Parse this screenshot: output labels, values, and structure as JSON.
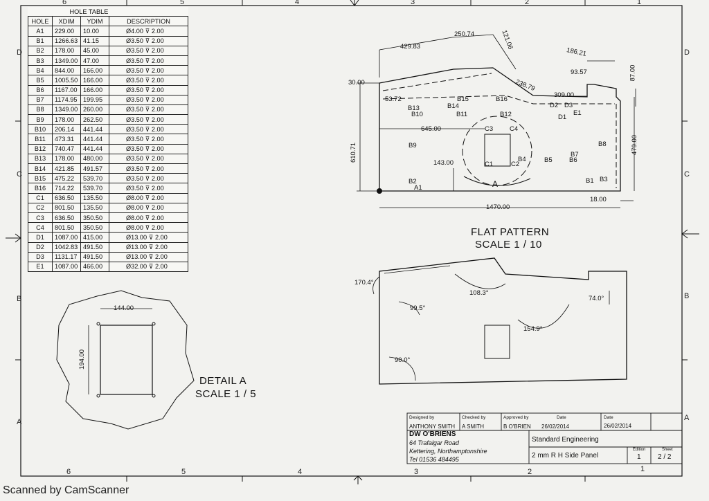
{
  "hole_table": {
    "title": "HOLE TABLE",
    "headers": [
      "HOLE",
      "XDIM",
      "YDIM",
      "DESCRIPTION"
    ],
    "rows": [
      [
        "A1",
        "229.00",
        "10.00",
        "Ø4.00 ⊽ 2.00"
      ],
      [
        "B1",
        "1266.63",
        "41.15",
        "Ø3.50 ⊽ 2.00"
      ],
      [
        "B2",
        "178.00",
        "45.00",
        "Ø3.50 ⊽ 2.00"
      ],
      [
        "B3",
        "1349.00",
        "47.00",
        "Ø3.50 ⊽ 2.00"
      ],
      [
        "B4",
        "844.00",
        "166.00",
        "Ø3.50 ⊽ 2.00"
      ],
      [
        "B5",
        "1005.50",
        "166.00",
        "Ø3.50 ⊽ 2.00"
      ],
      [
        "B6",
        "1167.00",
        "166.00",
        "Ø3.50 ⊽ 2.00"
      ],
      [
        "B7",
        "1174.95",
        "199.95",
        "Ø3.50 ⊽ 2.00"
      ],
      [
        "B8",
        "1349.00",
        "260.00",
        "Ø3.50 ⊽ 2.00"
      ],
      [
        "B9",
        "178.00",
        "262.50",
        "Ø3.50 ⊽ 2.00"
      ],
      [
        "B10",
        "206.14",
        "441.44",
        "Ø3.50 ⊽ 2.00"
      ],
      [
        "B11",
        "473.31",
        "441.44",
        "Ø3.50 ⊽ 2.00"
      ],
      [
        "B12",
        "740.47",
        "441.44",
        "Ø3.50 ⊽ 2.00"
      ],
      [
        "B13",
        "178.00",
        "480.00",
        "Ø3.50 ⊽ 2.00"
      ],
      [
        "B14",
        "421.85",
        "491.57",
        "Ø3.50 ⊽ 2.00"
      ],
      [
        "B15",
        "475.22",
        "539.70",
        "Ø3.50 ⊽ 2.00"
      ],
      [
        "B16",
        "714.22",
        "539.70",
        "Ø3.50 ⊽ 2.00"
      ],
      [
        "C1",
        "636.50",
        "135.50",
        "Ø8.00 ⊽ 2.00"
      ],
      [
        "C2",
        "801.50",
        "135.50",
        "Ø8.00 ⊽ 2.00"
      ],
      [
        "C3",
        "636.50",
        "350.50",
        "Ø8.00 ⊽ 2.00"
      ],
      [
        "C4",
        "801.50",
        "350.50",
        "Ø8.00 ⊽ 2.00"
      ],
      [
        "D1",
        "1087.00",
        "415.00",
        "Ø13.00 ⊽ 2.00"
      ],
      [
        "D2",
        "1042.83",
        "491.50",
        "Ø13.00 ⊽ 2.00"
      ],
      [
        "D3",
        "1131.17",
        "491.50",
        "Ø13.00 ⊽ 2.00"
      ],
      [
        "E1",
        "1087.00",
        "466.00",
        "Ø32.00 ⊽ 2.00"
      ]
    ]
  },
  "grid": {
    "top": [
      "6",
      "5",
      "4",
      "3",
      "2",
      "1"
    ],
    "bottom": [
      "6",
      "5",
      "4",
      "3",
      "2",
      "1"
    ],
    "left": [
      "D",
      "C",
      "B",
      "A"
    ],
    "right": [
      "D",
      "C",
      "B",
      "A"
    ]
  },
  "flat_pattern": {
    "title": "FLAT PATTERN",
    "scale": "SCALE 1 / 10",
    "dims": {
      "d429": "429.83",
      "d250": "250.74",
      "d121": "121.06",
      "d186": "186.21",
      "d30": "30.00",
      "d238": "238.79",
      "d93": "93.57",
      "d309": "309.00",
      "d87": "87.00",
      "d53": "53.72",
      "d645": "645.00",
      "d610": "610.71",
      "d143": "143.00",
      "d479": "479.00",
      "d18": "18.00",
      "d1470": "1470.00"
    },
    "labels": {
      "b13": "B13",
      "b10": "B10",
      "b14": "B14",
      "b15": "B15",
      "b11": "B11",
      "b16": "B16",
      "b12": "B12",
      "c3": "C3",
      "c4": "C4",
      "c1": "C1",
      "c2": "C2",
      "b4": "B4",
      "b9": "B9",
      "b5": "B5",
      "b7": "B7",
      "b6": "B6",
      "b8": "B8",
      "b2": "B2",
      "a1": "A1",
      "b1": "B1",
      "b3": "B3",
      "d2": "D2",
      "d3": "D3",
      "d1": "D1",
      "e1": "E1",
      "view_a": "A"
    }
  },
  "side_view": {
    "angles": {
      "a170": "170.4°",
      "a99": "99.5°",
      "a108": "108.3°",
      "a74": "74.0°",
      "a154": "154.9°",
      "a90": "90.0°"
    }
  },
  "detail": {
    "title": "DETAIL A",
    "scale": "SCALE 1 / 5",
    "width": "144.00",
    "height": "194.00"
  },
  "title_block": {
    "designed_by_label": "Designed by",
    "designed_by": "ANTHONY SMITH",
    "checked_by_label": "Checked by",
    "checked_by": "A SMITH",
    "approved_by_label": "Approved by",
    "approved_by": "B O'BRIEN",
    "date_label": "Date",
    "date1": "26/02/2014",
    "date2_label": "Date",
    "date2": "26/02/2014",
    "company": "DW O'BRIENS",
    "address1": "64 Trafalgar Road",
    "address2": "Kettering, Northamptonshire",
    "phone": "Tel 01536 484495",
    "standard": "Standard Engineering",
    "part": "2 mm R H Side Panel",
    "edition_label": "Edition",
    "edition": "1",
    "sheet_label": "Sheet",
    "sheet": "2 / 2"
  },
  "watermark": "Scanned by CamScanner"
}
